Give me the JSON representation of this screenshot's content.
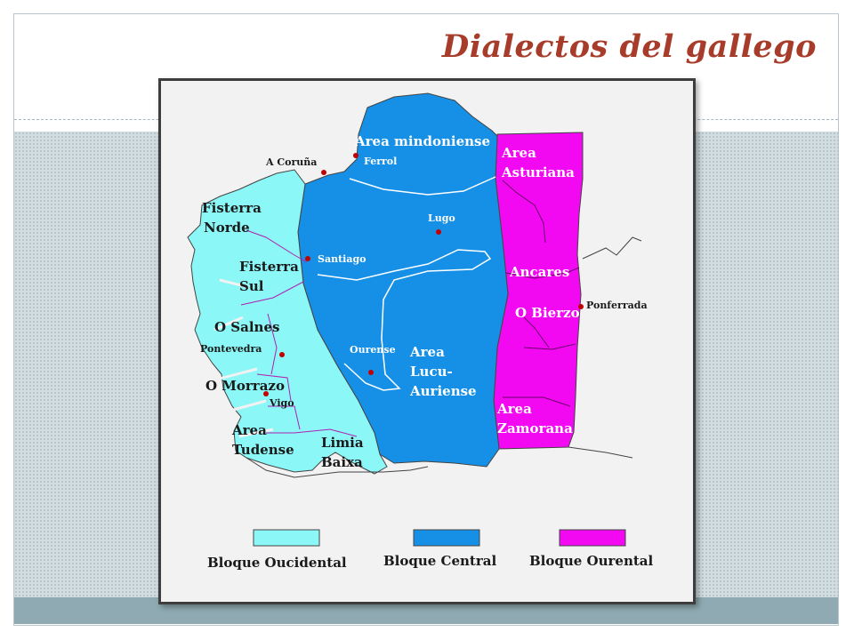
{
  "slide": {
    "title": "Dialectos del gallego"
  },
  "map": {
    "colors": {
      "bloque_oucidental": "#8cf7f7",
      "bloque_central": "#1690e6",
      "bloque_ourental": "#f209f2",
      "background": "#f2f2f2"
    },
    "areas": {
      "mindoniense": "Area mindoniense",
      "asturiana_1": "Area",
      "asturiana_2": "Asturiana",
      "fisterra_norde_1": "Fisterra",
      "fisterra_norde_2": "Norde",
      "fisterra_sul_1": "Fisterra",
      "fisterra_sul_2": "Sul",
      "o_salnes": "O Salnes",
      "o_morrazo": "O Morrazo",
      "tudense_1": "Area",
      "tudense_2": "Tudense",
      "limia_1": "Limia",
      "limia_2": "Baixa",
      "lucu_1": "Area",
      "lucu_2": "Lucu-",
      "lucu_3": "Auriense",
      "ancares": "Ancares",
      "o_bierzo": "O Bierzo",
      "zamorana_1": "Area",
      "zamorana_2": "Zamorana"
    },
    "cities": {
      "a_coruna": "A Coruña",
      "ferrol": "Ferrol",
      "lugo": "Lugo",
      "santiago": "Santiago",
      "pontevedra": "Pontevedra",
      "ourense": "Ourense",
      "vigo": "Vigo",
      "ponferrada": "Ponferrada"
    },
    "legend": {
      "oucidental": "Bloque Oucidental",
      "central": "Bloque Central",
      "ourental": "Bloque Ourental"
    }
  }
}
